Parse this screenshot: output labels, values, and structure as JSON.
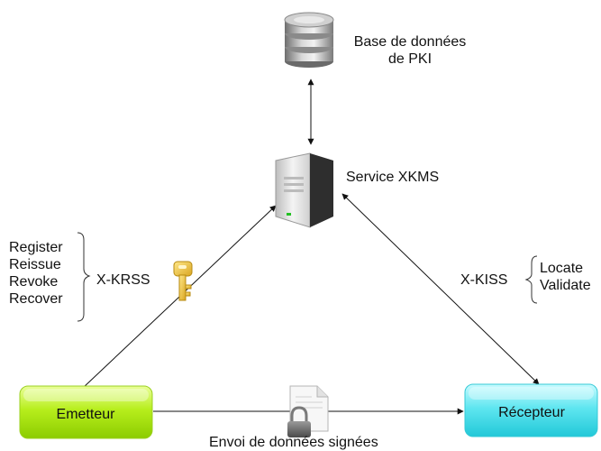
{
  "database": {
    "label_line1": "Base de données",
    "label_line2": "de PKI"
  },
  "server": {
    "label": "Service XKMS"
  },
  "emitter": {
    "label": "Emetteur"
  },
  "receiver": {
    "label": "Récepteur"
  },
  "xkrss": {
    "label": "X-KRSS",
    "operations": [
      "Register",
      "Reissue",
      "Revoke",
      "Recover"
    ]
  },
  "xkiss": {
    "label": "X-KISS",
    "operations": [
      "Locate",
      "Validate"
    ]
  },
  "transfer": {
    "label": "Envoi de données signées"
  },
  "icons": [
    "database-icon",
    "server-icon",
    "key-icon",
    "signed-document-icon",
    "lock-icon"
  ]
}
